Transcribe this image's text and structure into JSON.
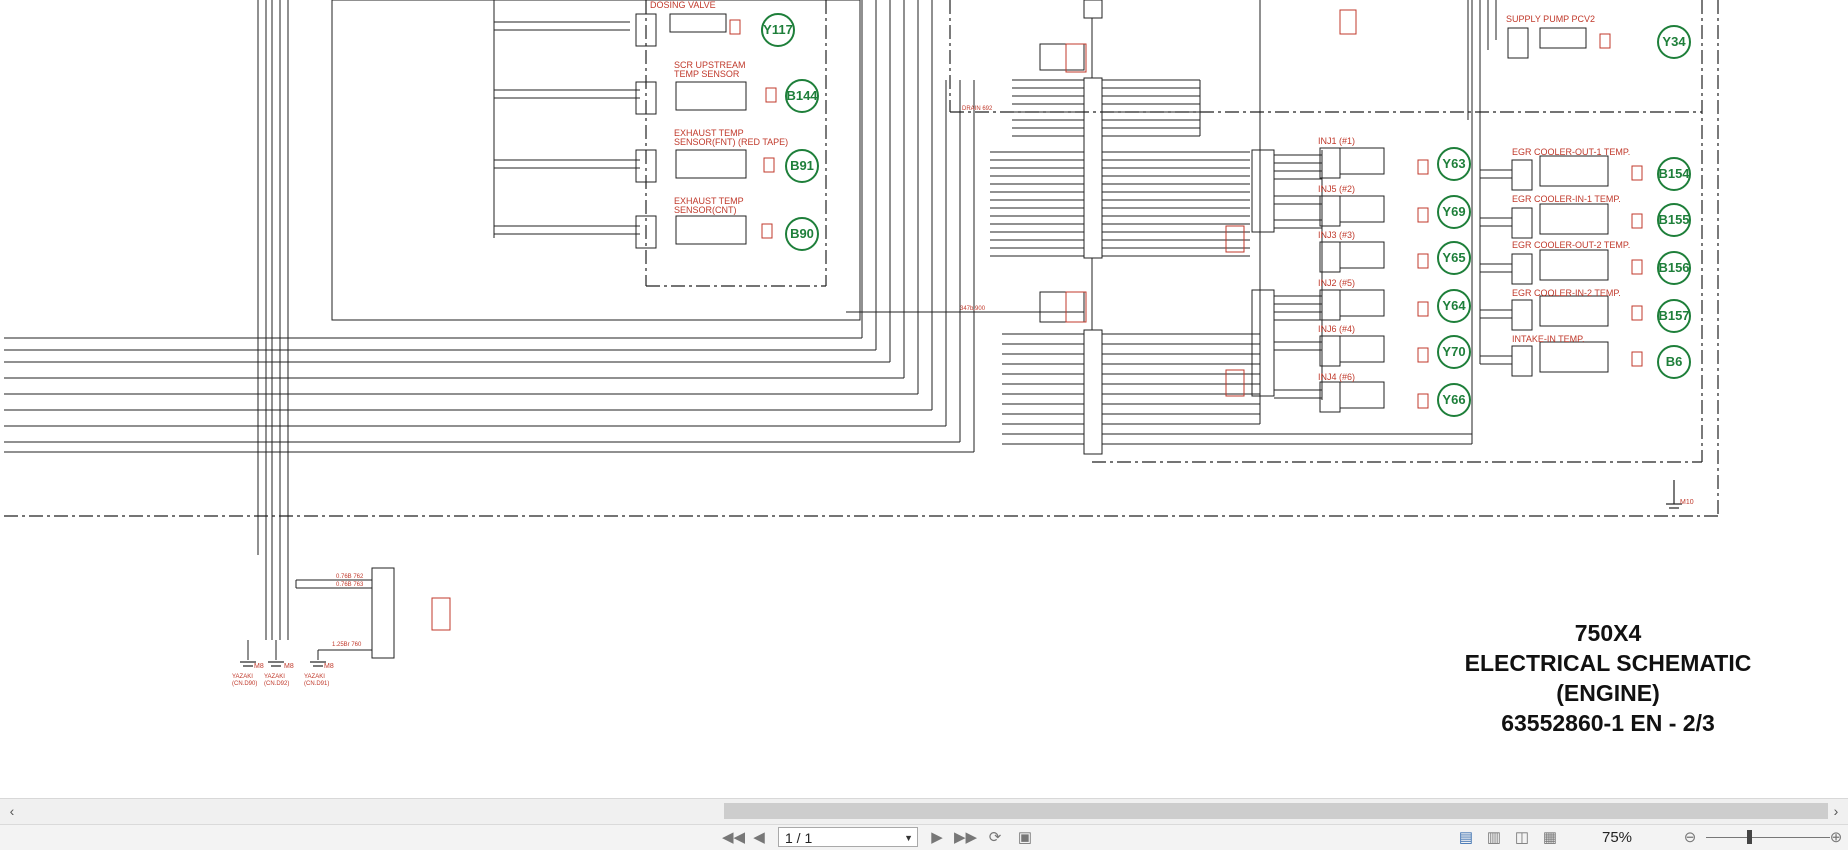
{
  "title_block": {
    "line1": "750X4",
    "line2": "ELECTRICAL SCHEMATIC",
    "line3": "(ENGINE)",
    "line4": "63552860-1 EN - 2/3"
  },
  "components": [
    {
      "id": "Y117",
      "label": "DOSING VALVE"
    },
    {
      "id": "B144",
      "label": "SCR UPSTREAM TEMP SENSOR"
    },
    {
      "id": "B91",
      "label": "EXHAUST TEMP SENSOR(FNT) (RED TAPE)"
    },
    {
      "id": "B90",
      "label": "EXHAUST TEMP SENSOR(CNT)"
    },
    {
      "id": "Y34",
      "label": "SUPPLY PUMP PCV2"
    },
    {
      "id": "Y63",
      "label": "INJ1 (#1)"
    },
    {
      "id": "Y69",
      "label": "INJ5 (#2)"
    },
    {
      "id": "Y65",
      "label": "INJ3 (#3)"
    },
    {
      "id": "Y64",
      "label": "INJ2 (#5)"
    },
    {
      "id": "Y70",
      "label": "INJ6 (#4)"
    },
    {
      "id": "Y66",
      "label": "INJ4 (#6)"
    },
    {
      "id": "B154",
      "label": "EGR COOLER-OUT-1 TEMP."
    },
    {
      "id": "B155",
      "label": "EGR COOLER-IN-1 TEMP."
    },
    {
      "id": "B156",
      "label": "EGR COOLER-OUT-2 TEMP."
    },
    {
      "id": "B157",
      "label": "EGR COOLER-IN-2 TEMP."
    },
    {
      "id": "B6",
      "label": "INTAKE-IN TEMP."
    }
  ],
  "grounds": [
    {
      "mark": "M8",
      "caption": "YAZAKI",
      "sub": "(CN.D90)"
    },
    {
      "mark": "M8",
      "caption": "YAZAKI",
      "sub": "(CN.D92)"
    },
    {
      "mark": "M8",
      "caption": "YAZAKI",
      "sub": "(CN.D91)"
    },
    {
      "mark": "M10",
      "caption": "",
      "sub": ""
    }
  ],
  "misc_labels": {
    "drain": "DRAIN 692",
    "bus": "347b,900",
    "wire_762": "0.76B 762",
    "wire_763": "0.76B 763",
    "wire_760": "1.25Br 760"
  },
  "viewer": {
    "page_field": "1 / 1",
    "zoom": "75%"
  },
  "icons": [
    "first-page-icon",
    "prev-page-icon",
    "next-page-icon",
    "last-page-icon",
    "rotate-icon",
    "fit-icon",
    "single-page-icon",
    "continuous-icon",
    "two-page-icon",
    "two-continuous-icon",
    "zoom-out-icon",
    "zoom-in-icon",
    "scroll-left-icon",
    "scroll-right-icon"
  ]
}
